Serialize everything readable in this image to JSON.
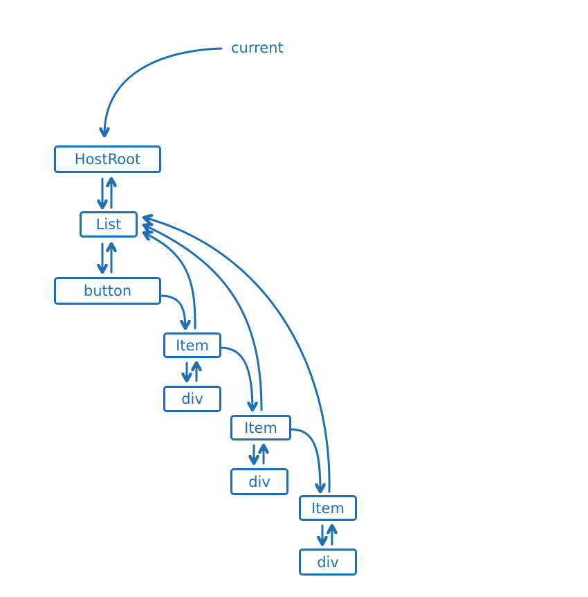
{
  "colors": {
    "stroke": "#1f6fb2",
    "background": "#ffffff"
  },
  "pointer_label": "current",
  "nodes": {
    "host_root": "HostRoot",
    "list": "List",
    "button": "button",
    "item_1": "Item",
    "div_1": "div",
    "item_2": "Item",
    "div_2": "div",
    "item_3": "Item",
    "div_3": "div"
  }
}
